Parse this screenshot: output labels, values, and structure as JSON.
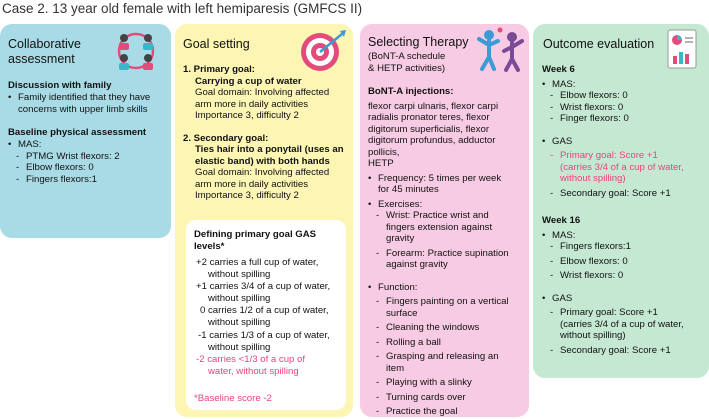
{
  "case_title": "Case 2. 13 year old female with left hemiparesis (GMFCS II)",
  "colors": {
    "blue_panel": "#a8dbe6",
    "yellow_panel": "#fcf5b4",
    "pink_panel": "#f7cbe3",
    "green_panel": "#c5e8d2",
    "pink_text": "#e8447c"
  },
  "collab": {
    "title_line1": "Collaborative",
    "title_line2": "assessment",
    "icon": "people-cycle-icon",
    "discussion_heading": "Discussion with family",
    "discussion_items": [
      "Family identified that they have",
      "concerns with upper limb skills"
    ],
    "baseline_heading": "Baseline physical assessment",
    "mas_label": "MAS:",
    "mas_items": [
      "PTMG Wrist flexors: 2",
      "Elbow flexors: 0",
      "Fingers flexors:1"
    ]
  },
  "goal": {
    "title": "Goal setting",
    "icon": "target-icon",
    "primary_label": "1. Primary goal:",
    "primary_goal": "Carrying a cup of water",
    "primary_domain_1": "Goal domain: Involving affected",
    "primary_domain_2": "arm more in daily activities",
    "primary_importance": "Importance 3, difficulty 2",
    "secondary_label": "2. Secondary goal:",
    "secondary_goal_1": "Ties hair into a ponytail (uses an",
    "secondary_goal_2": "elastic band) with both hands",
    "secondary_domain_1": "Goal domain: Involving affected",
    "secondary_domain_2": "arm more in daily activities",
    "secondary_importance": "Importance 3, difficulty 2",
    "gas_heading_1": "Defining primary goal GAS",
    "gas_heading_2": "levels*",
    "gas_levels": [
      {
        "line1": "+2 carries a full cup of water,",
        "line2": "without spilling"
      },
      {
        "line1": "+1 carries 3/4 of a cup of water,",
        "line2": "without spilling"
      },
      {
        "line1": "0 carries 1/2 of a cup of water,",
        "line2": "without spilling"
      },
      {
        "line1": "-1 carries 1/3 of a cup of water,",
        "line2": "without spilling"
      },
      {
        "line1": "-2 carries <1/3 of a cup of",
        "line2": "water, without spilling"
      }
    ],
    "baseline_note": "*Baseline score -2"
  },
  "therapy": {
    "title": "Selecting Therapy",
    "subtitle_1": "(BoNT-A schedule",
    "subtitle_2": "& HETP activities)",
    "icon": "children-playing-icon",
    "bont_heading": "BoNT-A injections:",
    "bont_lines": [
      "flexor carpi ulnaris, flexor carpi",
      "radialis pronator teres, flexor",
      "digitorum superficialis, flexor",
      "digitorum profundus, adductor",
      "pollicis,",
      "HETP"
    ],
    "frequency_1": "Frequency: 5 times per week",
    "frequency_2": "for 45 minutes",
    "exercises_label": "Exercises:",
    "wrist_1": "Wrist: Practice wrist and",
    "wrist_2": "fingers extension against",
    "wrist_3": "gravity",
    "forearm_1": "Forearm: Practice supination",
    "forearm_2": "against gravity",
    "function_label": "Function:",
    "function_items": [
      [
        "Fingers painting on a vertical",
        "surface"
      ],
      [
        "Cleaning the windows"
      ],
      [
        "Rolling a ball"
      ],
      [
        "Grasping and releasing an",
        "item"
      ],
      [
        "Playing with a slinky"
      ],
      [
        "Turning cards over"
      ],
      [
        "Practice the goal"
      ]
    ]
  },
  "outcome": {
    "title": "Outcome evaluation",
    "icon": "report-chart-icon",
    "week6_label": "Week 6",
    "week6_mas_label": "MAS:",
    "week6_mas": [
      "Elbow flexors: 0",
      "Wrist flexors: 0",
      "Finger flexors: 0"
    ],
    "week6_gas_label": "GAS",
    "week6_primary_1": "Primary goal: Score +1",
    "week6_primary_2": "(carries 3/4 of a cup of water,",
    "week6_primary_3": "without spilling)",
    "week6_secondary": "Secondary goal: Score +1",
    "week16_label": "Week 16",
    "week16_mas_label": "MAS:",
    "week16_mas": [
      "Fingers flexors:1",
      "Elbow flexors: 0",
      "Wrist flexors: 0"
    ],
    "week16_gas_label": "GAS",
    "week16_primary_1": "Primary goal: Score +1",
    "week16_primary_2": "(carries 3/4 of a cup of water,",
    "week16_primary_3": "without spilling)",
    "week16_secondary": "Secondary goal: Score +1"
  }
}
